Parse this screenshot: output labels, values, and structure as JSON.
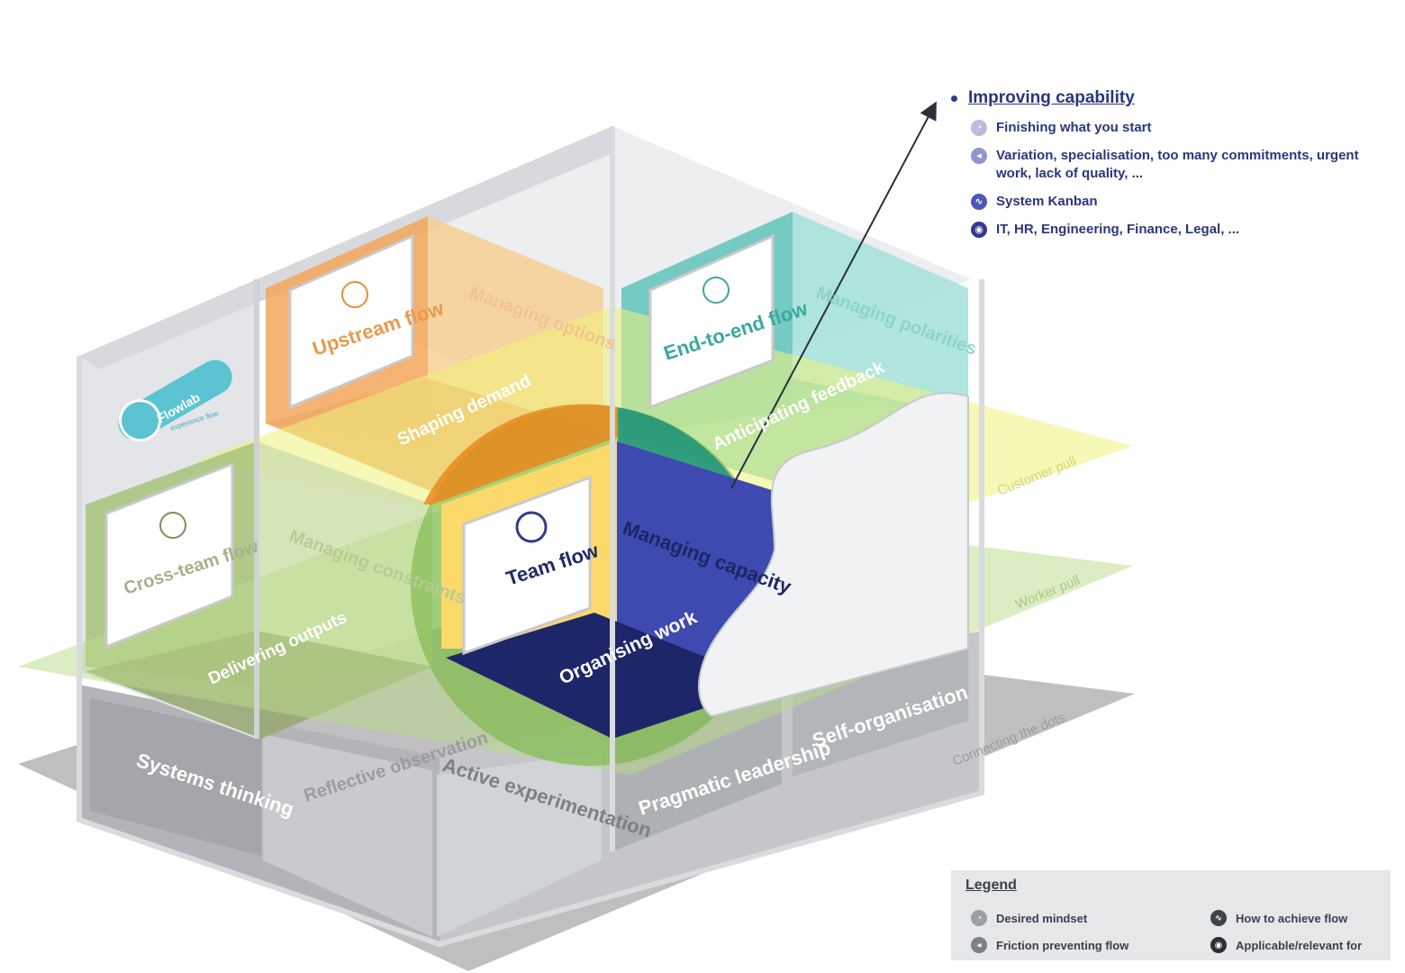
{
  "rooms": {
    "upstream": {
      "board": "Upstream flow",
      "wall": "Managing options",
      "floor": "Shaping demand"
    },
    "end_to_end": {
      "board": "End-to-end flow",
      "wall": "Managing polarities",
      "floor": "Anticipating feedback"
    },
    "cross_team": {
      "board": "Cross-team flow",
      "wall": "Managing constraints",
      "floor": "Delivering outputs"
    },
    "team": {
      "board": "Team flow",
      "wall": "Managing capacity",
      "floor": "Organising work"
    }
  },
  "foundation": {
    "systems_thinking": "Systems thinking",
    "reflective_observation": "Reflective observation",
    "active_experimentation": "Active experimentation",
    "pragmatic_leadership": "Pragmatic leadership",
    "self_organisation": "Self-organisation"
  },
  "planes": {
    "customer_pull": "Customer pull",
    "worker_pull": "Worker pull",
    "connecting_dots": "Connecting the dots"
  },
  "logo": {
    "brand": "Flowlab",
    "tagline": "experience flow"
  },
  "info": {
    "title": "Improving capability",
    "items": [
      {
        "text": "Finishing what you start",
        "icon": "mindset-icon",
        "color": "#b9bce0"
      },
      {
        "text": "Variation, specialisation, too many commitments, urgent work, lack of quality, ...",
        "icon": "friction-icon",
        "color": "#8e95d0"
      },
      {
        "text": "System Kanban",
        "icon": "achieve-icon",
        "color": "#4d59b5"
      },
      {
        "text": "IT, HR, Engineering, Finance, Legal, ...",
        "icon": "applicable-icon",
        "color": "#2f3b8f"
      }
    ]
  },
  "legend": {
    "title": "Legend",
    "items": [
      {
        "text": "Desired mindset",
        "icon": "mindset-icon",
        "color": "#9aa0a6"
      },
      {
        "text": "How to achieve flow",
        "icon": "achieve-icon",
        "color": "#3f444b"
      },
      {
        "text": "Friction preventing flow",
        "icon": "friction-icon",
        "color": "#7b8188"
      },
      {
        "text": "Applicable/relevant for",
        "icon": "applicable-icon",
        "color": "#2c3035"
      }
    ]
  },
  "colors": {
    "upstream": "#f6c27e",
    "end_to_end": "#8fd6cf",
    "cross_team": "#b7d08d",
    "team": "#1f2a6b",
    "team_wall": "#3a46a8",
    "yellow_plane": "#eef18a",
    "green_plane": "#c5e29a",
    "grey_floor": "#b9b9b9"
  }
}
